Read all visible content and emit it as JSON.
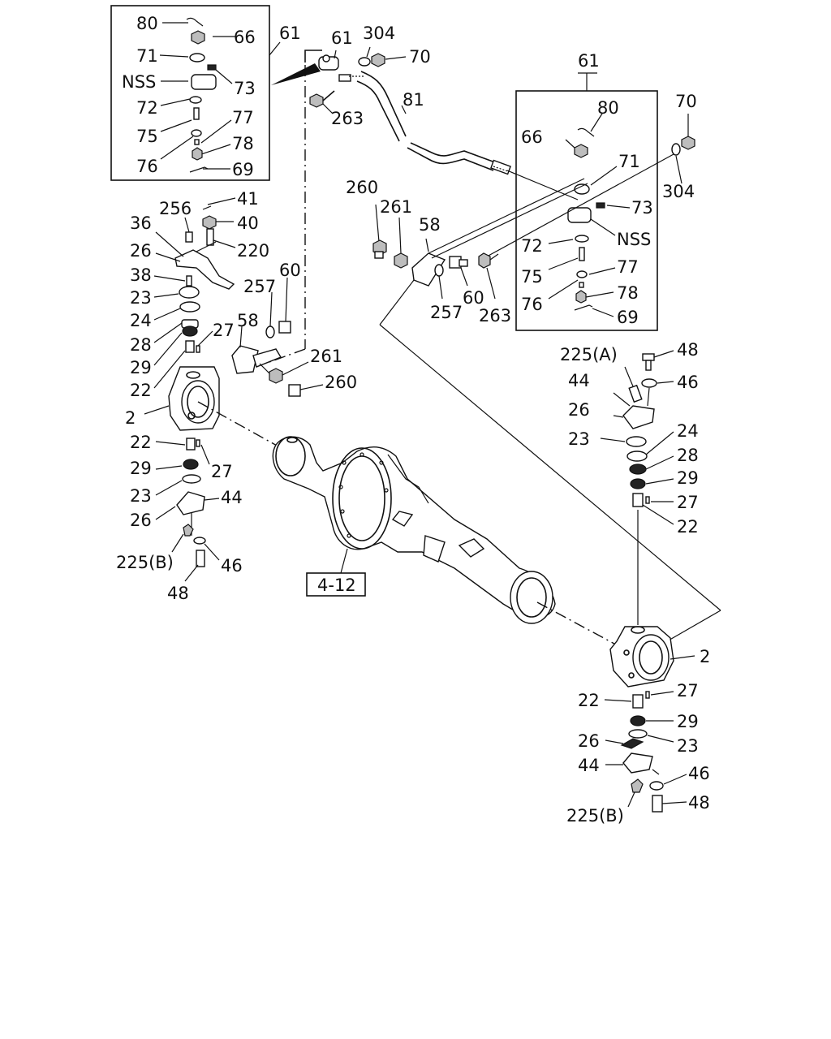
{
  "labels": {
    "p80_l": "80",
    "p66_l": "66",
    "p61_l": "61",
    "p61_pipe": "61",
    "p304_top": "304",
    "p70_top": "70",
    "p71_l": "71",
    "p73_l": "73",
    "nss_l": "NSS",
    "p72_l": "72",
    "p77_l": "77",
    "p75_l": "75",
    "p78_l": "78",
    "p76_l": "76",
    "p69_l": "69",
    "p263_top": "263",
    "p81": "81",
    "p61_r": "61",
    "p80_r": "80",
    "p70_r": "70",
    "p66_r": "66",
    "p71_r": "71",
    "p304_r": "304",
    "p73_r": "73",
    "nss_r": "NSS",
    "p72_r": "72",
    "p75_r": "75",
    "p77_r": "77",
    "p78_r": "78",
    "p76_r": "76",
    "p69_r": "69",
    "p260_top": "260",
    "p261_top": "261",
    "p58_top": "58",
    "p257_mid": "257",
    "p60_mid": "60",
    "p263_mid": "263",
    "p256": "256",
    "p41": "41",
    "p36": "36",
    "p40": "40",
    "p26_l": "26",
    "p220": "220",
    "p38": "38",
    "p23_l": "23",
    "p24_l": "24",
    "p28_l": "28",
    "p29_l": "29",
    "p22_l": "22",
    "p27_l": "27",
    "p2_l": "2",
    "p257_l": "257",
    "p60_l": "60",
    "p58_l": "58",
    "p261_l": "261",
    "p260_l": "260",
    "p22_lb": "22",
    "p29_lb": "29",
    "p27_lb": "27",
    "p23_lb": "23",
    "p26_lb": "26",
    "p44_lb": "44",
    "p225b_l": "225(B)",
    "p46_lb": "46",
    "p48_lb": "48",
    "ref_box": "4-12",
    "p225a": "225(A)",
    "p48_r": "48",
    "p44_r": "44",
    "p46_r": "46",
    "p26_r": "26",
    "p24_r": "24",
    "p23_r": "23",
    "p28_r": "28",
    "p29_r": "29",
    "p27_r": "27",
    "p22_r": "22",
    "p2_r": "2",
    "p22_rb": "22",
    "p27_rb": "27",
    "p29_rb": "29",
    "p26_rb": "26",
    "p23_rb": "23",
    "p44_rb": "44",
    "p46_rb": "46",
    "p225b_r": "225(B)",
    "p48_rb": "48"
  }
}
